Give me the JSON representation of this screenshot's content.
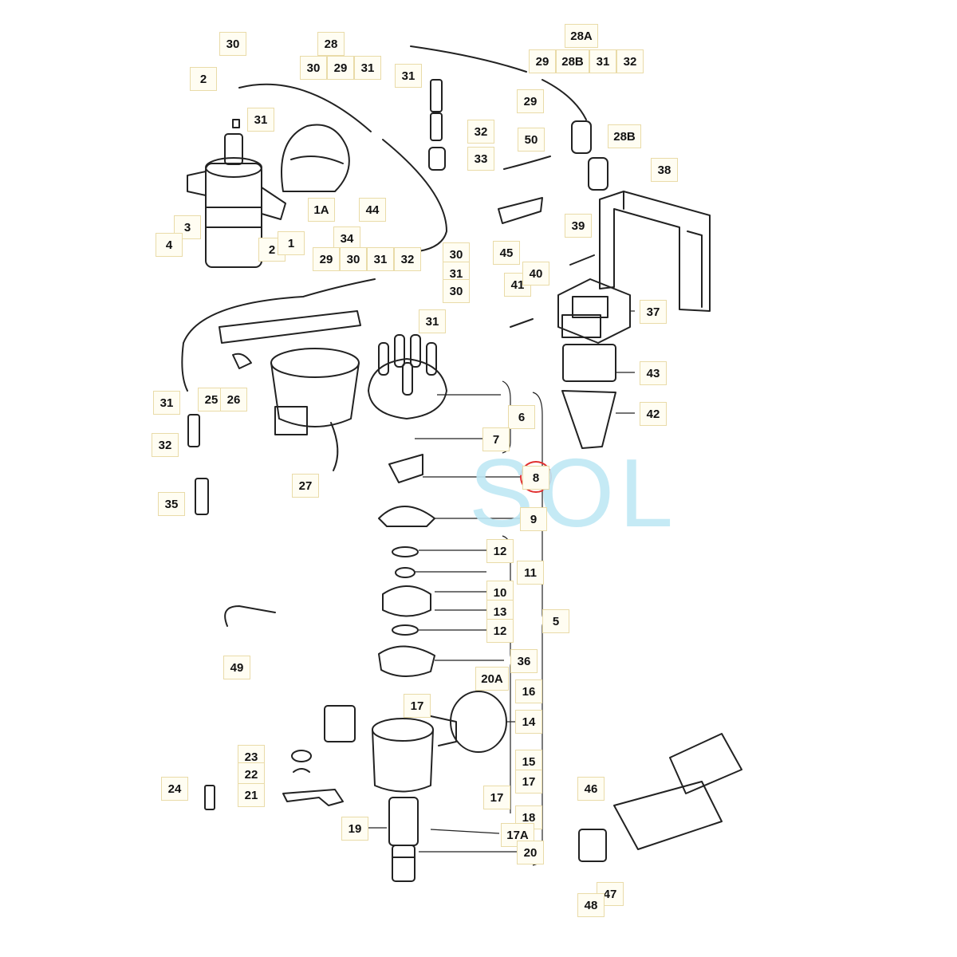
{
  "watermark": "SOL",
  "highlight": "8",
  "labels": {
    "c30": "30",
    "c28": "28",
    "c28a": "28A",
    "c2": "2",
    "c31a": "31",
    "c31b": "31",
    "c29a": "29",
    "c32a": "32",
    "c33": "33",
    "c50": "50",
    "c28b": "28B",
    "c38": "38",
    "c1a": "1A",
    "c44": "44",
    "c3": "3",
    "c4": "4",
    "c2b": "2",
    "c1": "1",
    "c34": "34",
    "c30b": "30",
    "c31c": "31",
    "c30c": "30",
    "c31d": "31",
    "c45": "45",
    "c39": "39",
    "c41": "41",
    "c40": "40",
    "c37": "37",
    "c43": "43",
    "c42": "42",
    "c31e": "31",
    "c25": "25",
    "c26": "26",
    "c6": "6",
    "c32b": "32",
    "c7": "7",
    "c27": "27",
    "c8": "8",
    "c35": "35",
    "c9": "9",
    "c12a": "12",
    "c11": "11",
    "c10": "10",
    "c13": "13",
    "c12b": "12",
    "c5": "5",
    "c49": "49",
    "c36": "36",
    "c20a": "20A",
    "c16": "16",
    "c17a": "17",
    "c14": "14",
    "c23": "23",
    "c15": "15",
    "c22": "22",
    "c17b": "17",
    "c24": "24",
    "c21": "21",
    "c17c": "17",
    "c46": "46",
    "c18": "18",
    "c19": "19",
    "c17A": "17A",
    "c20": "20",
    "c47": "47",
    "c48": "48"
  },
  "groups": {
    "g28": [
      "30",
      "29",
      "31"
    ],
    "g28a": [
      "29",
      "28B",
      "31",
      "32"
    ],
    "g34": [
      "29",
      "30",
      "31",
      "32"
    ]
  }
}
